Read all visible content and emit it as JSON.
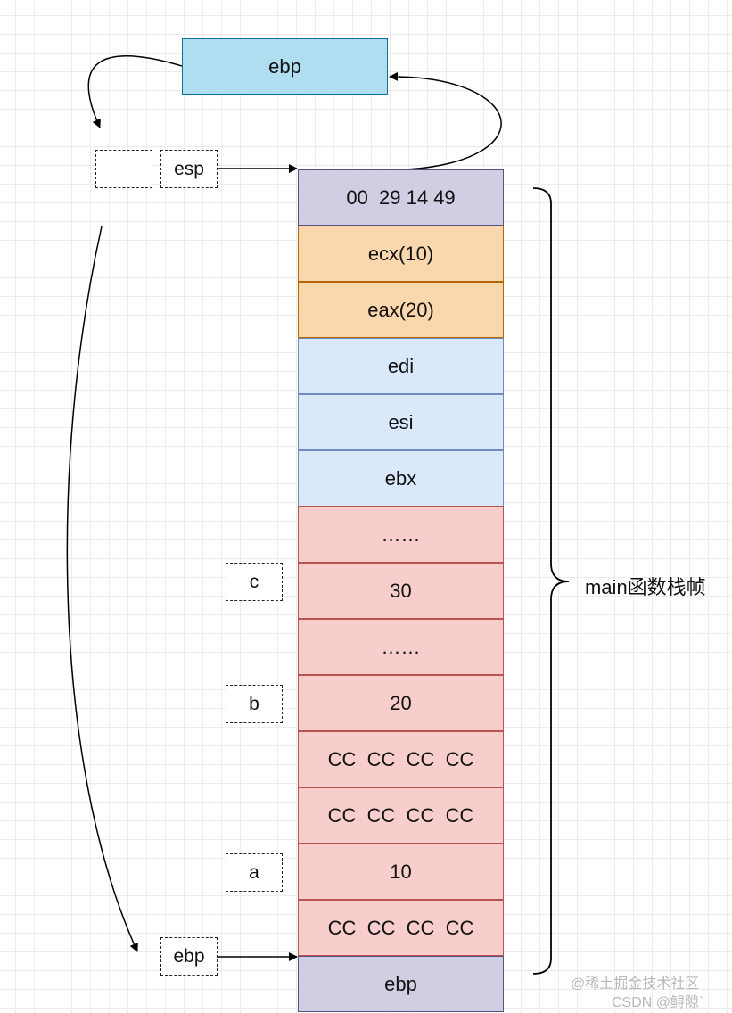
{
  "top_register": {
    "label": "ebp"
  },
  "esp_pointer": {
    "label": "esp"
  },
  "ebp_pointer": {
    "label": "ebp"
  },
  "stack_cells": [
    {
      "text": "00  29 14 49",
      "kind": "purple"
    },
    {
      "text": "ecx(10)",
      "kind": "orange"
    },
    {
      "text": "eax(20)",
      "kind": "orange"
    },
    {
      "text": "edi",
      "kind": "blue"
    },
    {
      "text": "esi",
      "kind": "blue"
    },
    {
      "text": "ebx",
      "kind": "blue"
    },
    {
      "text": "……",
      "kind": "red"
    },
    {
      "text": "30",
      "kind": "red"
    },
    {
      "text": "……",
      "kind": "red"
    },
    {
      "text": "20",
      "kind": "red"
    },
    {
      "text": "CC  CC  CC  CC",
      "kind": "red"
    },
    {
      "text": "CC  CC  CC  CC",
      "kind": "red"
    },
    {
      "text": "10",
      "kind": "red"
    },
    {
      "text": "CC  CC  CC  CC",
      "kind": "red"
    },
    {
      "text": "ebp",
      "kind": "purple"
    }
  ],
  "variables": {
    "c": "c",
    "b": "b",
    "a": "a"
  },
  "frame_label": "main函数栈帧",
  "watermark": {
    "line1": "@稀土掘金技术社区",
    "line2": "CSDN @鲟隙`"
  }
}
